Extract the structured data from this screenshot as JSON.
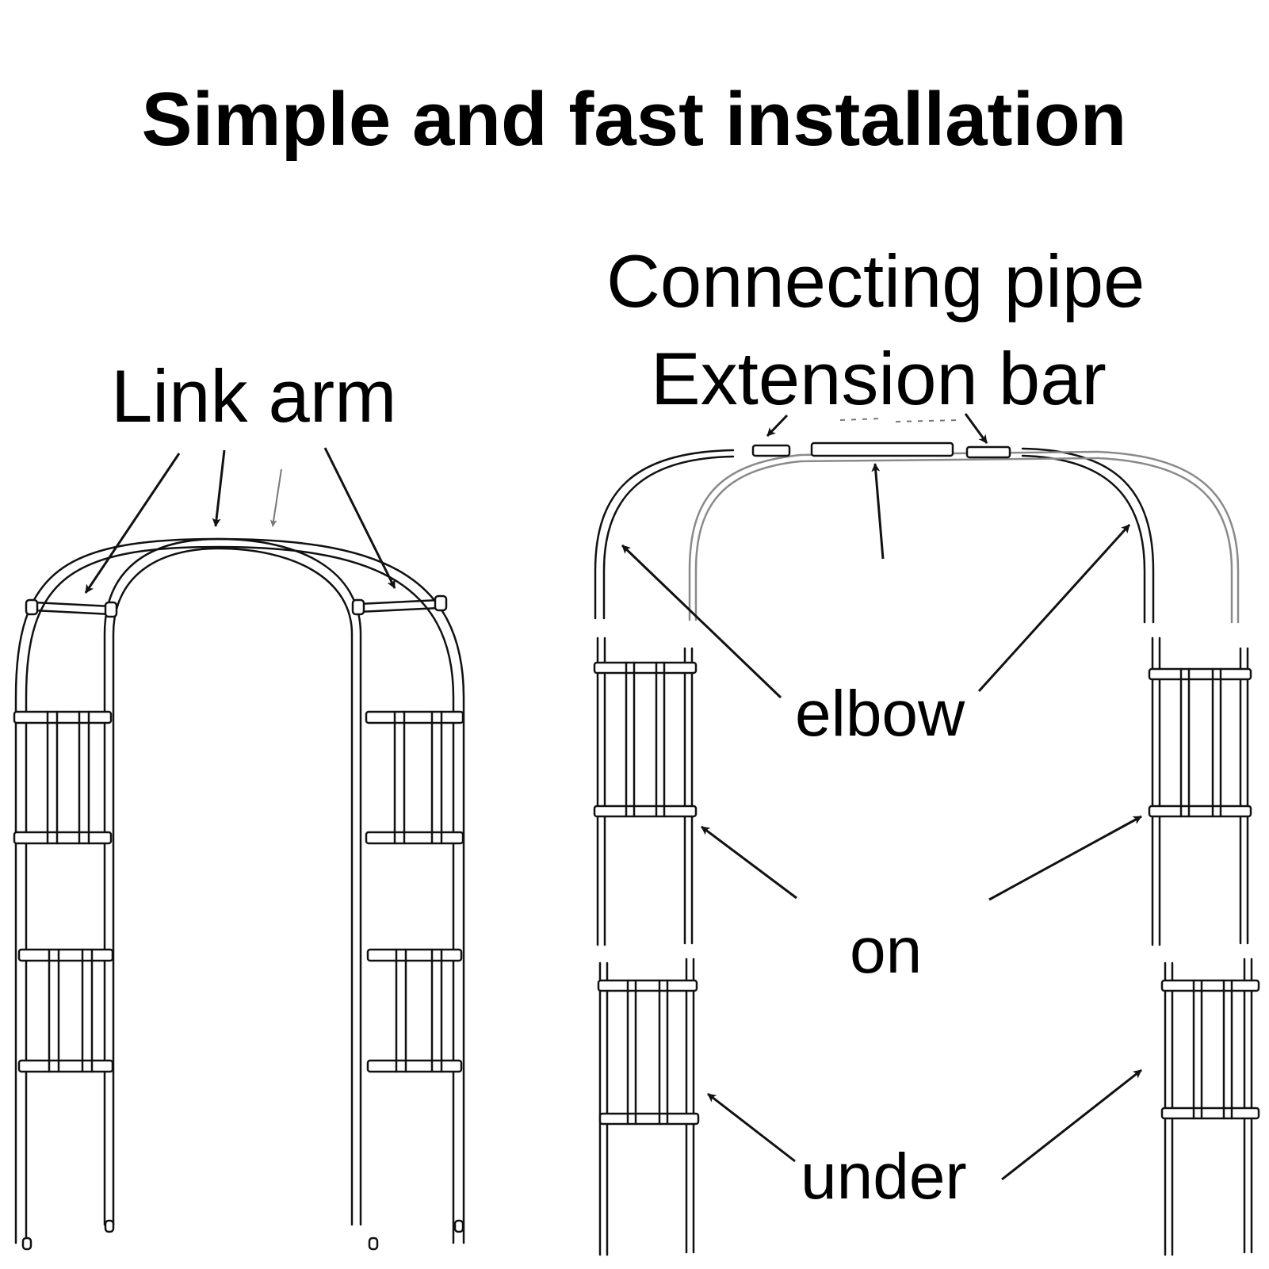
{
  "title": "Simple and fast installation",
  "labels": {
    "link_arm": "Link arm",
    "connecting_pipe": "Connecting pipe",
    "extension_bar": "Extension bar",
    "elbow": "elbow",
    "on": "on",
    "under": "under"
  },
  "colors": {
    "line": "#111111",
    "faint_line": "#8a8a8a",
    "background": "#ffffff"
  }
}
